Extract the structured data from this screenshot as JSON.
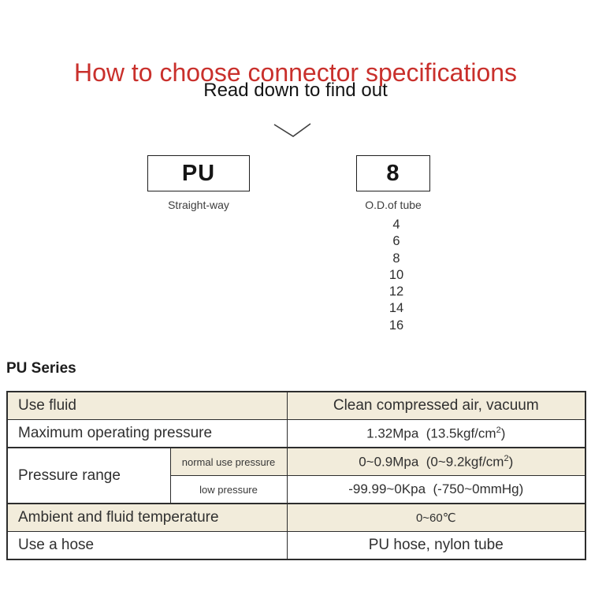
{
  "header": {
    "title": "How to choose connector specifications",
    "subtitle": "Read down to find out",
    "title_color": "#c9302c"
  },
  "selector": {
    "chevron_icon": "chevron-down",
    "series_box": {
      "code": "PU",
      "label": "Straight-way"
    },
    "size_box": {
      "code": "8",
      "label": "O.D.of tube"
    },
    "tube_sizes": [
      "4",
      "6",
      "8",
      "10",
      "12",
      "14",
      "16"
    ]
  },
  "spec_section": {
    "heading": "PU Series",
    "stripe_color": "#f2ecdb",
    "border_color": "#2d2d2d",
    "rows": {
      "use_fluid": {
        "label": "Use fluid",
        "value": "Clean compressed air, vacuum"
      },
      "max_pressure": {
        "label": "Maximum operating pressure",
        "value": "1.32Mpa  (13.5kgf/cm²)"
      },
      "pressure_range": {
        "label": "Pressure range",
        "normal": {
          "label": "normal use pressure",
          "value": "0~0.9Mpa  (0~9.2kgf/cm²)"
        },
        "low": {
          "label": "low pressure",
          "value": "-99.99~0Kpa  (-750~0mmHg)"
        }
      },
      "temperature": {
        "label": "Ambient and fluid temperature",
        "value": "0~60℃"
      },
      "hose": {
        "label": "Use a hose",
        "value": "PU hose, nylon tube"
      }
    }
  }
}
